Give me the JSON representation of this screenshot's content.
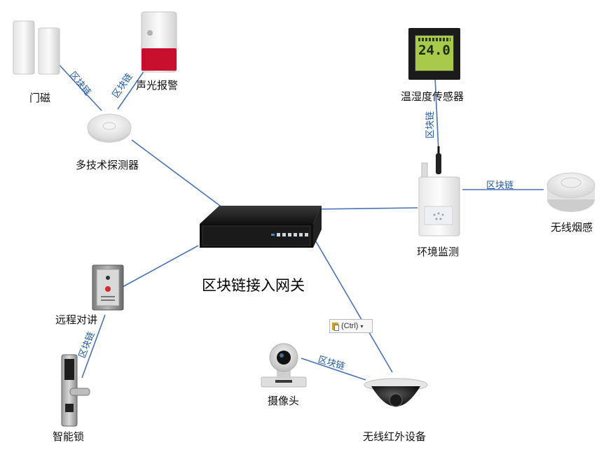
{
  "diagram": {
    "title": "区块链接入网关",
    "chain_label": "区块链",
    "nodes": {
      "door_sensor": "门磁",
      "siren": "声光报警",
      "multi_detector": "多技术探测器",
      "temp_humidity_sensor": "温湿度传感器",
      "env_monitor": "环境监测",
      "smoke_sensor": "无线烟感",
      "intercom": "远程对讲",
      "smart_lock": "智能锁",
      "camera": "摄像头",
      "infrared_device": "无线红外设备"
    },
    "thermostat_display": "24.0",
    "paste_popup": {
      "label": "(Ctrl)"
    },
    "colors": {
      "link": "#4a72b8",
      "chain_text": "#1e5aa8"
    },
    "icons": [
      "door-sensor-icon",
      "siren-icon",
      "multi-detector-icon",
      "thermostat-icon",
      "env-monitor-icon",
      "smoke-detector-icon",
      "gateway-server-icon",
      "intercom-icon",
      "smart-lock-icon",
      "camera-icon",
      "dome-camera-icon",
      "clipboard-icon",
      "dropdown-arrow-icon"
    ]
  }
}
